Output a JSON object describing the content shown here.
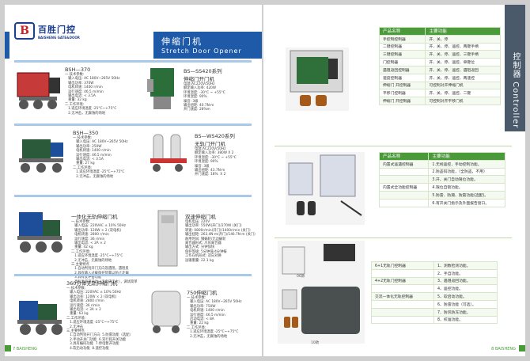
{
  "left_page": {
    "logo": {
      "mark": "B",
      "cn": "百胜门控",
      "en": "BAISHENG GATE&DOOR"
    },
    "title": {
      "cn": "伸缩门机",
      "en": "Stretch Door Opener"
    },
    "products": [
      {
        "name": "BSH—370",
        "specs": "一.技术参数:\n   输入电压: AC 180V~265V 50Hz\n   输出功率: 370W\n   电机转速: 1400 r/min\n   运行速度: 46.5 m/min\n   输出电流: < 3.5A\n   重量: 32 kg\n二.工作环境:\n   1.适应环境温度 -25°C~+75°C\n   2.无冲击，无腐蚀的场地"
      },
      {
        "name": "BS—SS420系列\n伸缩门开门机",
        "specs": "电源:AC220V/50Hz\n额定输入功率: 420W\n环境温度: -30°C ~ +55°C\n环境湿度: 90%\n噪音: 3级\n输出扭矩: 40.7N·m\n开门速度: 28%m"
      },
      {
        "name": "BSH—350",
        "specs": "一.技术参数:\n   输入电压: AC 180V~265V 50Hz\n   输出功率: 250W\n   电机转速: 1400 r/min\n   运行速度: 46.5 m/min\n   输出电流: < 3.5A\n   重量: 27 kg\n二.工作环境:\n   1.适应环境温度 -25°C~+75°C\n   2.无冲击，无腐蚀的场地"
      },
      {
        "name": "BS—WS420系列\n无轨门开门机",
        "specs": "电源:AC220V/50Hz\n额定输入功率: 380W X 2\n环境温度: -30°C ~ +55°C\n环境湿度: 90%\n噪音: 3级\n输出扭矩: 43.7N·m\n开门速度: 18%  X 2"
      },
      {
        "name": "一体化无轨伸缩门机",
        "specs": "一.技术参数:\n   输入电压: 220VAC ± 10% 50Hz\n   输出功率: 120W × 2 (双电机)\n   电机转速: 2800 r/min\n   运行速度: 36 r/min\n   输出电流: < 2A × 2\n   重量: 42 kg\n二.工作环境:\n   1.适应环境温度 -25°C~+75°C\n   2.无冲击，无腐蚀的场地\n三.主要特点\n   1.自动判别开门方向及遇阻，遇阻反\n   2.具有输入过载保护装置以防止走偏\n   3.具有反冲击功能\n   高标准直流马达（无电流无大），调试简单"
      },
      {
        "name": "双速伸缩门机",
        "specs": "电机电压: 220V\n输出功率: 550W(开门)/270W (关门)\n转速: 0800r/min(开门)/1400r/min (关门)\n输出扭矩: 263.4N·m(开门)/146.7N·m (关门)\n耐用时间: 钢蜗轮/无边蜗轮\n离合器形式: 爪形离合器\n输出方式: 分钟加快\n保护等级: 5分钟低/4分钟报\n工作在机形式: 双向对换\n运输重量: 22.1 kg"
      },
      {
        "name": "360分体无轨伸缩门机",
        "specs": "一.技术参数:\n   输入电压: 220VAC ± 10% 50Hz\n   输出功率: 120W × 2 (双电机)\n   电机转速: 2800 r/min\n   运行速度: 36 r/min\n   输出电流: < 3A × 2\n   重量: 63 kg\n二.工作环境:\n   1.适应环境温度 -25°C~+75°C\n   2.无冲击\n三.主要特点\n   1.自动判别开门方向  5.防雷功能（选配）\n   2.手动开关门功能  6.双行程开关功能\n   3.具有编码功能  7.停电暂开功能\n   4.软启动功能  8.遥控功能"
      },
      {
        "name": "750伸缩门机",
        "specs": "一.技术参数:\n   输入电压: AC 180V~265V 50Hz\n   输出功率: 750W\n   电机转速: 1400 r/min\n   运行速度: 46.5 m/min\n   启动电流: < 8A\n   重量: 22 kg\n二.工作环境:\n   1.适应环境温度 -25°C~+75°C\n   2.无冲击，无腐蚀的场地"
      }
    ],
    "footer": {
      "page": "7",
      "brand": "BAISHENG"
    }
  },
  "right_page": {
    "sidebar": "控制器 Controller",
    "table1": {
      "headers": [
        "产品名称",
        "主要功能"
      ],
      "rows": [
        [
          "手控制控制器",
          "开、关、停"
        ],
        [
          "二键控制器",
          "开、关、停、遥控、两键手柄"
        ],
        [
          "三键控制器",
          "开、关、停、遥控、三键手柄"
        ],
        [
          "门控制器",
          "开、关、停、遥控、单键位"
        ],
        [
          "遇阻返回控制器",
          "开、关、停、遥控、遇阻返回"
        ],
        [
          "速度控制器",
          "开、关、停、遥控、两速控"
        ],
        [
          "伸缩门 开控制器",
          "可控制对开伸缩门机"
        ],
        [
          "平移门控制器",
          "开、关、停、遥控、二键"
        ],
        [
          "伸缩门 开控制器",
          "可控制对开平移门机"
        ]
      ]
    },
    "table2": {
      "headers": [
        "产品名称",
        "主要功能"
      ],
      "rows": [
        [
          "内置式遥遇控制器",
          "1.无线遥控，手动控制功能。"
        ],
        [
          "",
          "2.防盗码功能，（全防盗，不用）"
        ],
        [
          "",
          "3.开，关门自动限位功能。"
        ],
        [
          "内置式全功能控制器",
          "4.限位自锁功能。"
        ],
        [
          "",
          "5.防雷、防潮、防震功能(选配)。"
        ],
        [
          "",
          "6.有开关门指示及外面报告窗口。"
        ]
      ]
    },
    "table3": {
      "headers": [
        "产品名称",
        "主要功能"
      ],
      "rows": [
        [
          "6+1无轨门控制器",
          "1、测数检测功能。"
        ],
        [
          "",
          "2、手自功能。"
        ],
        [
          "4+2无轨门控制器",
          "3、遇阻返回功能。"
        ],
        [
          "",
          "4、遥控功能。"
        ],
        [
          "交流一体化无轨控制器",
          "5、软启动功能。"
        ],
        [
          "",
          "6、防雷功能（可选）。"
        ],
        [
          "",
          "7、防风防冻功能。"
        ],
        [
          "",
          "8、校准功能。"
        ]
      ]
    },
    "img_tags": {
      "a": "06款",
      "b": "10款"
    },
    "footer": {
      "page": "8",
      "brand": "BAISHENG"
    }
  }
}
